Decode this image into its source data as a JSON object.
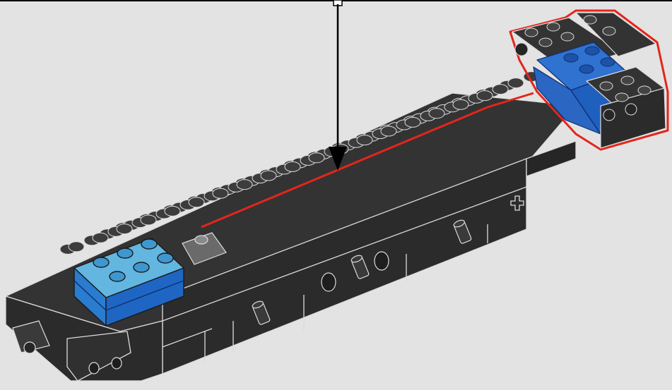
{
  "scene": {
    "kind": "building-instruction-step",
    "background_color": "#e3e3e3",
    "brick_color_dark": "#2f2f2f",
    "brick_color_light_blue": "#5fb2dc",
    "brick_color_blue": "#1f6fd0",
    "outline_color": "#dcdcdc",
    "highlight_color": "#e3261b",
    "arrow_color": "#000000",
    "icons": [
      "arrow-down-icon",
      "technic-pin-icon",
      "cross-axle-hole-icon",
      "pin-hole-icon"
    ],
    "new_parts": [
      "blue-side-assembly",
      "light-blue-2x3-plate"
    ]
  }
}
